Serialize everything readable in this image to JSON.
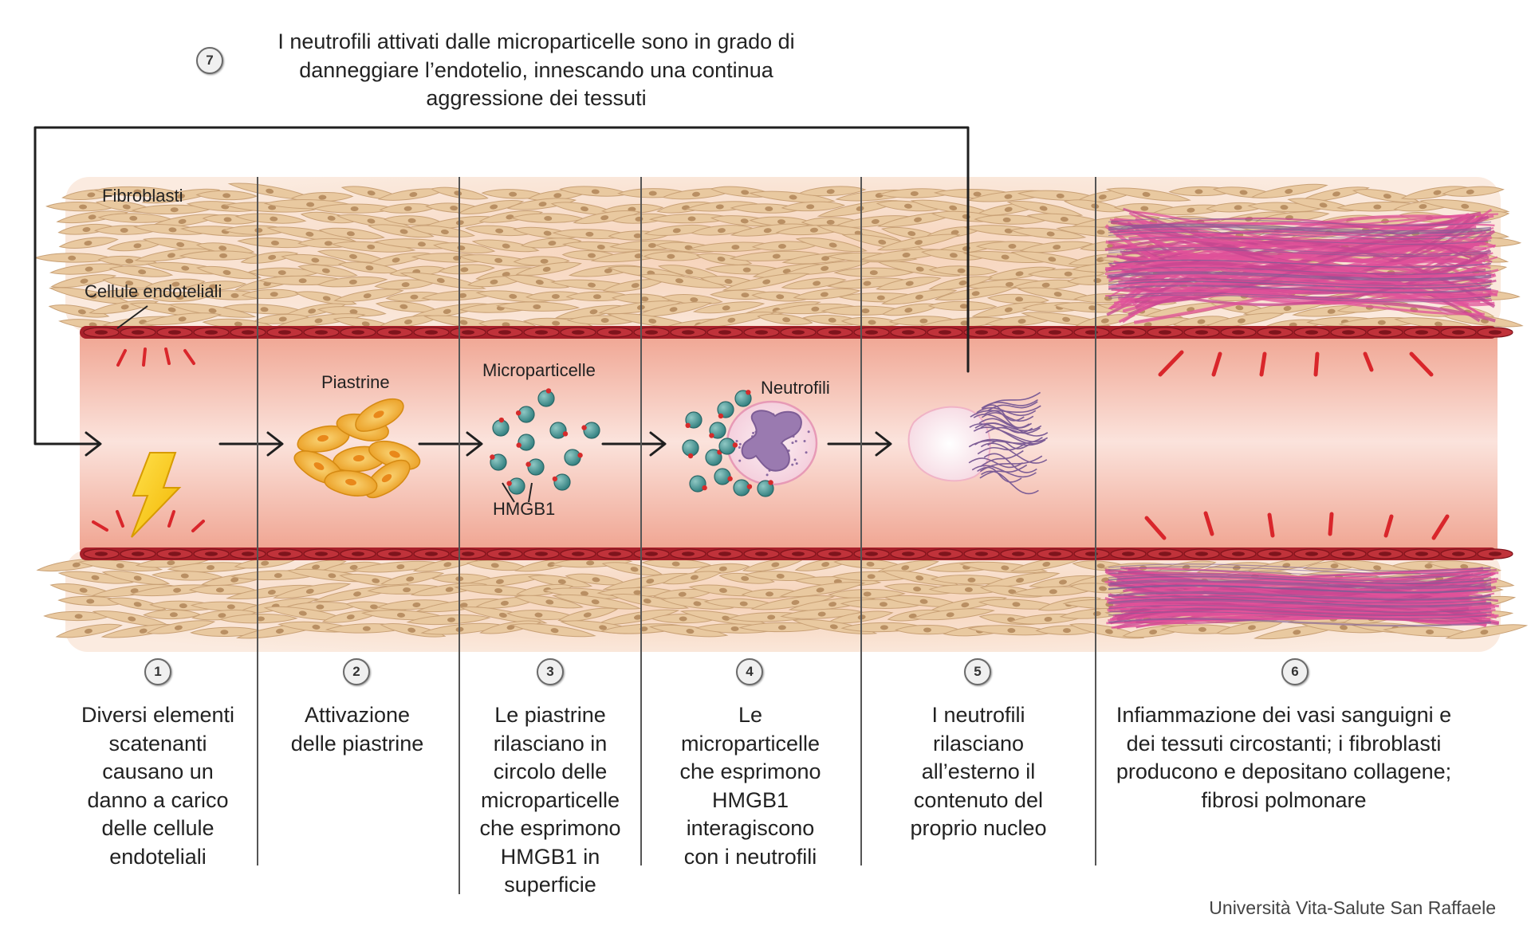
{
  "steps": [
    {
      "number": "1",
      "caption": "Diversi elementi\nscatenanti\ncausano un\ndanno a carico\ndelle cellule\nendoteliali"
    },
    {
      "number": "2",
      "caption": "Attivazione\ndelle piastrine"
    },
    {
      "number": "3",
      "caption": "Le piastrine\nrilasciano in\ncircolo delle\nmicroparticelle\nche esprimono\nHMGB1 in\nsuperficie"
    },
    {
      "number": "4",
      "caption": "Le\nmicroparticelle\nche esprimono\nHMGB1\ninteragiscono\ncon i neutrofili"
    },
    {
      "number": "5",
      "caption": "I neutrofili\nrilasciano\nall’esterno il\ncontenuto del\nproprio nucleo"
    },
    {
      "number": "6",
      "caption": "Infiammazione dei vasi sanguigni e\ndei tessuti circostanti; i fibroblasti\nproducono e depositano collagene;\nfibrosi polmonare"
    }
  ],
  "feedback": {
    "number": "7",
    "caption": "I neutrofili attivati dalle microparticelle sono in grado di\ndanneggiare l’endotelio, innescando una continua\naggressione dei tessuti"
  },
  "labels": {
    "fibroblasts": "Fibroblasti",
    "endothelial": "Cellule endoteliali",
    "platelets": "Piastrine",
    "microparticles": "Microparticelle",
    "neutrophils": "Neutrofili",
    "hmgb1": "HMGB1"
  },
  "credit": "Università Vita-Salute San Raffaele",
  "colors": {
    "lumen": "#f3b8a8",
    "endothelium": "#a8202a",
    "fibroblast": "#e8c9a2",
    "collagen": "#e0529a",
    "platelet": "#f5b52e",
    "microparticle": "#3f8f8f",
    "hmgb1_dot": "#d62b2b",
    "neutrophil_nucleus": "#9a7ab0"
  }
}
